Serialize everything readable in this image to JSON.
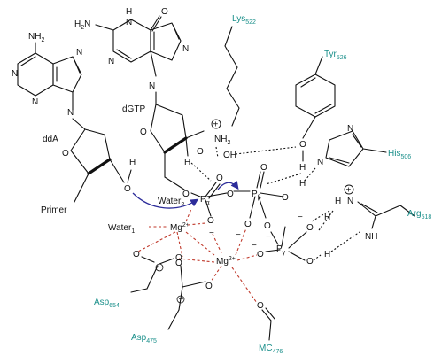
{
  "atoms": {
    "N": "N",
    "NH": "NH",
    "H": "H",
    "O": "O",
    "OH": "OH",
    "NH2_adenine": "NH",
    "H2N_guanine": "H",
    "P": "P",
    "Mg": "Mg",
    "charge_plus": "+",
    "charge_minus": "−",
    "two_plus": "2+",
    "two": "2"
  },
  "molecules": {
    "dGTP": "dGTP",
    "ddA": "ddA",
    "primer": "Primer",
    "water1": "Water",
    "water1_sub": "1",
    "water2": "Water",
    "water2_sub": "2",
    "p_alpha": "α",
    "p_beta": "β",
    "p_gamma": "γ"
  },
  "residues": {
    "lys_name": "Lys",
    "lys_num": "522",
    "tyr_name": "Tyr",
    "tyr_num": "526",
    "his_name": "His",
    "his_num": "506",
    "arg_name": "Arg",
    "arg_num": "518",
    "asp654_name": "Asp",
    "asp654_num": "654",
    "asp475_name": "Asp",
    "asp475_num": "475",
    "mc_name": "MC",
    "mc_num": "476"
  },
  "colors": {
    "residue": "#1a8f8a",
    "metal_contact": "#c0392b",
    "arrow": "#2c2c9a"
  }
}
